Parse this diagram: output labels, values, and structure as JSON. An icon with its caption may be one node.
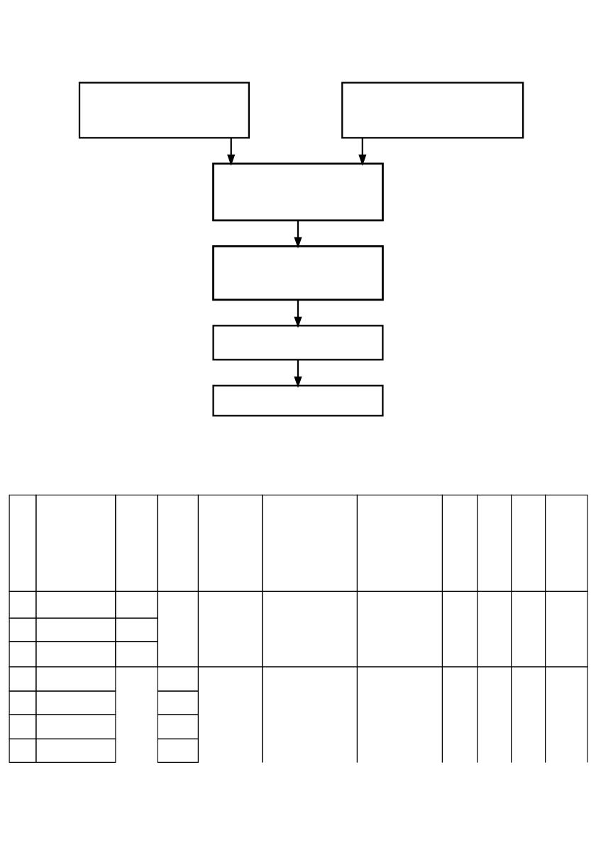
{
  "diagram": {
    "nodes": [
      {
        "text": [],
        "shape": "box"
      },
      {
        "text": [],
        "shape": "box"
      },
      {
        "text": [],
        "shape": "box"
      },
      {
        "text": [],
        "shape": "box"
      },
      {
        "text": [],
        "shape": "box"
      },
      {
        "text": [],
        "shape": "box"
      },
      {
        "text": [],
        "shape": "table"
      }
    ],
    "edges": [
      {
        "from": 0,
        "to": 2,
        "arrow": "to"
      },
      {
        "from": 1,
        "to": 2,
        "arrow": "to"
      },
      {
        "from": 2,
        "to": 3,
        "arrow": "to"
      },
      {
        "from": 3,
        "to": 4,
        "arrow": "to"
      },
      {
        "from": 4,
        "to": 5,
        "arrow": "to"
      }
    ]
  }
}
